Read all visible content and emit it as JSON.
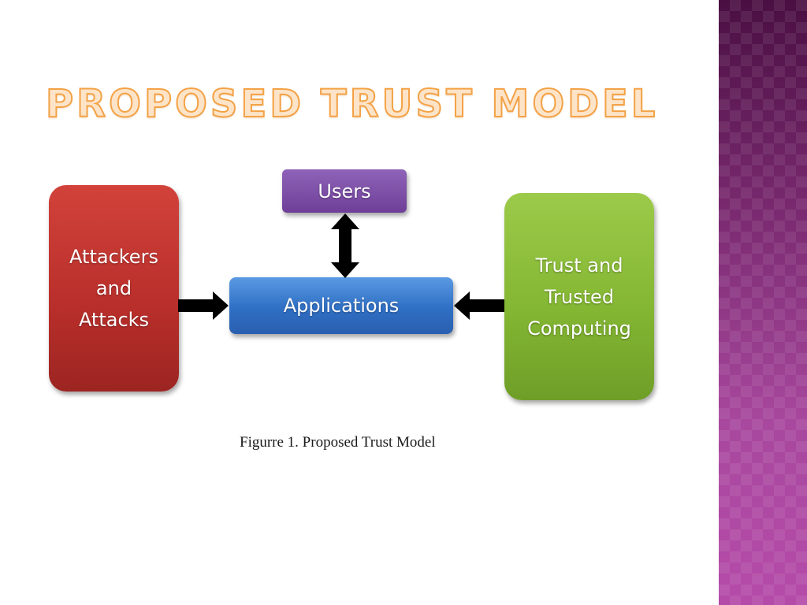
{
  "slide": {
    "title": "Proposed Trust Model"
  },
  "diagram": {
    "nodes": {
      "attackers": {
        "lines": [
          "Attackers",
          "and",
          "Attacks"
        ],
        "color": "#c0392b"
      },
      "users": {
        "lines": [
          "Users"
        ],
        "color": "#7b4aa5"
      },
      "applications": {
        "lines": [
          "Applications"
        ],
        "color": "#3a7bd5"
      },
      "trust": {
        "lines": [
          "Trust and",
          "Trusted",
          "Computing"
        ],
        "color": "#8dc03a"
      }
    },
    "edges": [
      {
        "from": "attackers",
        "to": "applications",
        "direction": "one-way"
      },
      {
        "from": "users",
        "to": "applications",
        "direction": "two-way"
      },
      {
        "from": "trust",
        "to": "applications",
        "direction": "one-way"
      }
    ],
    "caption": "Figurre 1. Proposed Trust Model"
  },
  "theme": {
    "accent_band": "#a8489e",
    "title_fill": "#fde4c8",
    "title_stroke": "#f3a246"
  }
}
